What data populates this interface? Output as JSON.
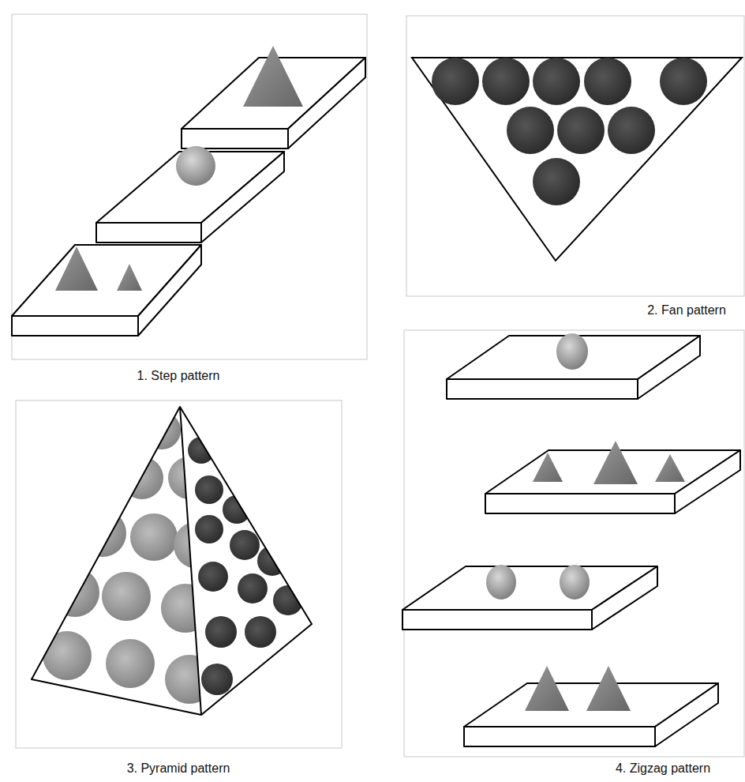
{
  "diagram": {
    "labels": [
      "1. Step pattern",
      "2. Fan pattern",
      "3. Pyramid pattern",
      "4. Zigzag pattern"
    ]
  }
}
